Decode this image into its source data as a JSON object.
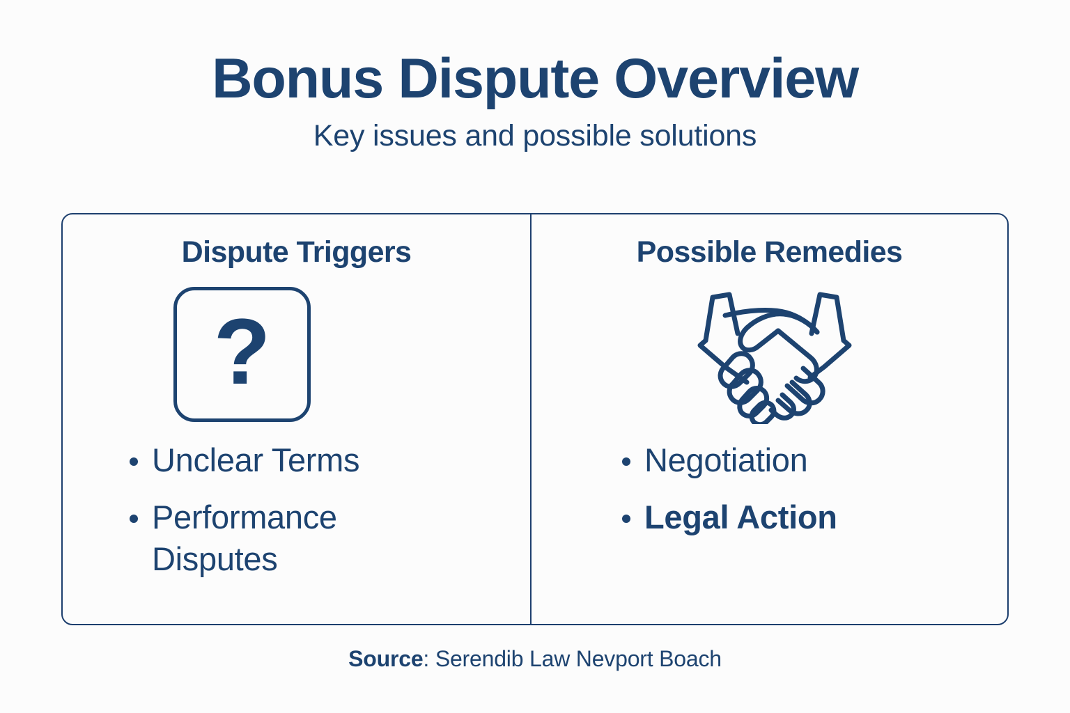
{
  "theme": {
    "background": "#fcfcfc",
    "accent": "#1d4370",
    "border": "#1d3f6e"
  },
  "header": {
    "title": "Bonus Dispute Overview",
    "subtitle": "Key issues and possible solutions"
  },
  "card": {
    "columns": [
      {
        "id": "dispute-triggers",
        "heading": "Dispute Triggers",
        "icon": "question-mark-box-icon",
        "icon_glyph": "?",
        "bullets": [
          {
            "text": "Unclear Terms",
            "bold": false
          },
          {
            "text": "Performance Disputes",
            "bold": false
          }
        ]
      },
      {
        "id": "possible-remedies",
        "heading": "Possible Remedies",
        "icon": "handshake-icon",
        "bullets": [
          {
            "text": "Negotiation",
            "bold": false
          },
          {
            "text": "Legal Action",
            "bold": true
          }
        ]
      }
    ]
  },
  "source": {
    "label": "Source",
    "separator": ": ",
    "value": "Serendib Law Nevport Boach"
  }
}
